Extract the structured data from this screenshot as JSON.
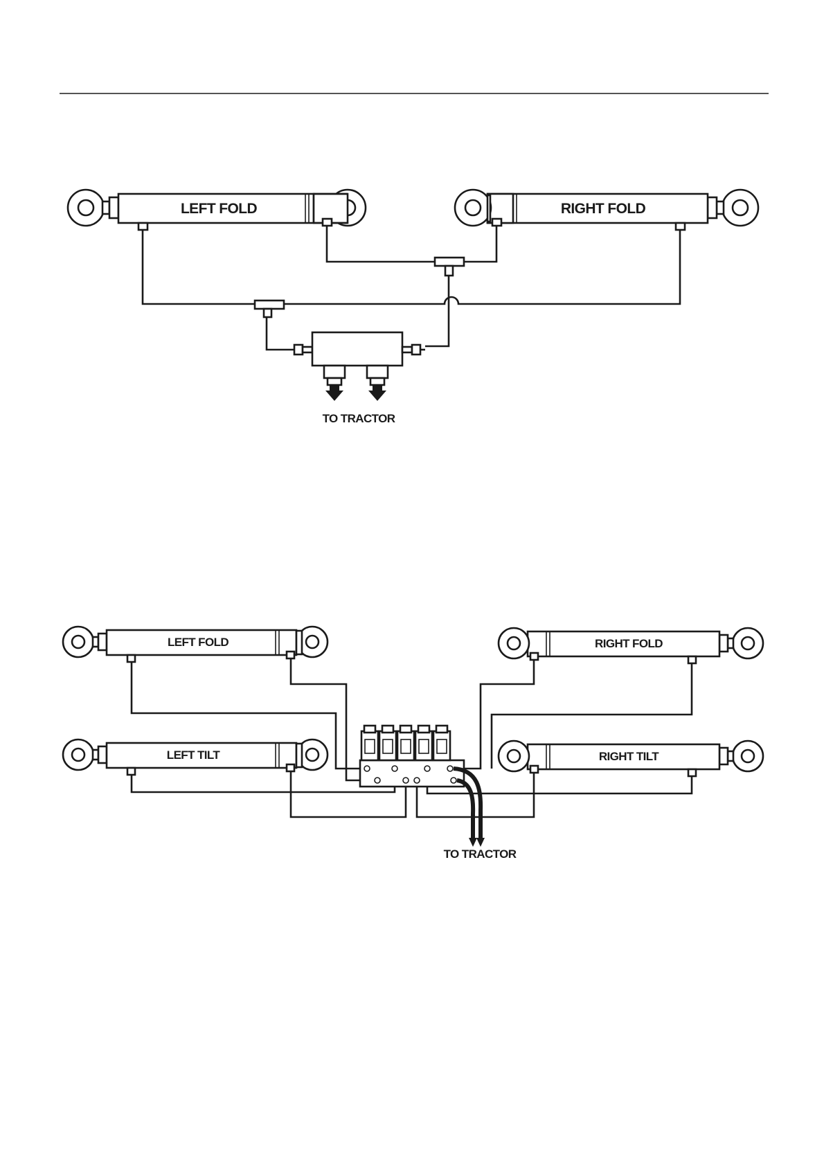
{
  "diagram1": {
    "left_cylinder": "LEFT FOLD",
    "right_cylinder": "RIGHT FOLD",
    "outlet": "TO TRACTOR"
  },
  "diagram2": {
    "left_fold": "LEFT FOLD",
    "right_fold": "RIGHT FOLD",
    "left_tilt": "LEFT TILT",
    "right_tilt": "RIGHT TILT",
    "outlet": "TO TRACTOR"
  }
}
